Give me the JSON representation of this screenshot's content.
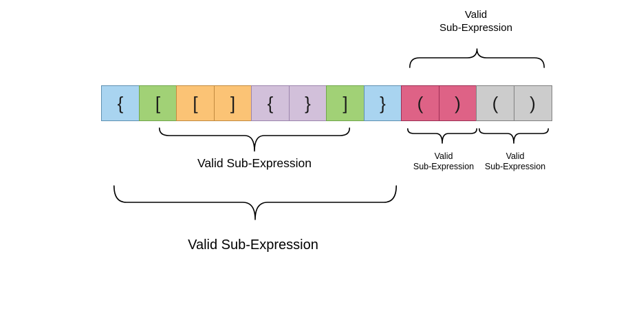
{
  "labels": {
    "top": {
      "line1": "Valid",
      "line2": "Sub-Expression"
    },
    "middle": "Valid Sub-Expression",
    "bottom": "Valid Sub-Expression",
    "pink_pair": {
      "line1": "Valid",
      "line2": "Sub-Expression"
    },
    "gray_pair": {
      "line1": "Valid",
      "line2": "Sub-Expression"
    }
  },
  "cells": [
    {
      "char": "{",
      "color": "blue"
    },
    {
      "char": "[",
      "color": "green"
    },
    {
      "char": "[",
      "color": "orange"
    },
    {
      "char": "]",
      "color": "orange"
    },
    {
      "char": "{",
      "color": "purple"
    },
    {
      "char": "}",
      "color": "purple"
    },
    {
      "char": "]",
      "color": "green"
    },
    {
      "char": "}",
      "color": "blue"
    },
    {
      "char": "(",
      "color": "pink"
    },
    {
      "char": ")",
      "color": "pink"
    },
    {
      "char": "(",
      "color": "gray"
    },
    {
      "char": ")",
      "color": "gray"
    }
  ],
  "palette": {
    "blue": {
      "fill": "#a9d4f0",
      "border": "#5e90b1"
    },
    "green": {
      "fill": "#a1d176",
      "border": "#6fa64a"
    },
    "orange": {
      "fill": "#fbc375",
      "border": "#c28a3f"
    },
    "purple": {
      "fill": "#d2c0da",
      "border": "#9b84ac"
    },
    "pink": {
      "fill": "#de6286",
      "border": "#9c2e54"
    },
    "gray": {
      "fill": "#cccccc",
      "border": "#808080"
    }
  },
  "colors": {
    "line": "#000000",
    "background": "#ffffff"
  }
}
